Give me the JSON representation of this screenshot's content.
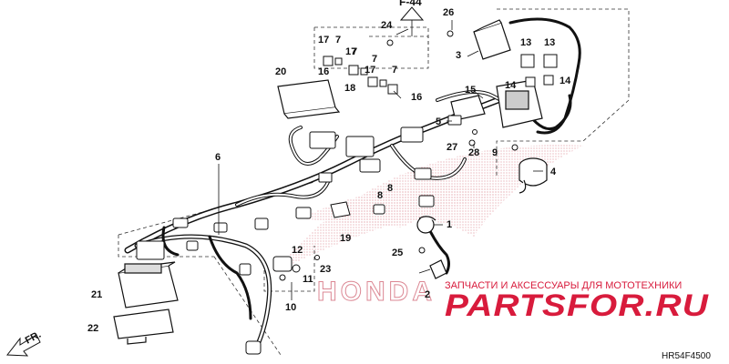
{
  "diagram": {
    "ref_label": "F-44",
    "code": "HR54F4500",
    "direction_label": "FR.",
    "callouts": [
      {
        "id": "c1",
        "text": "1"
      },
      {
        "id": "c2",
        "text": "2"
      },
      {
        "id": "c3",
        "text": "3"
      },
      {
        "id": "c4",
        "text": "4"
      },
      {
        "id": "c5",
        "text": "5"
      },
      {
        "id": "c6",
        "text": "6"
      },
      {
        "id": "c7a",
        "text": "7"
      },
      {
        "id": "c7b",
        "text": "7"
      },
      {
        "id": "c7c",
        "text": "7"
      },
      {
        "id": "c7d",
        "text": "7"
      },
      {
        "id": "c8a",
        "text": "8"
      },
      {
        "id": "c8b",
        "text": "8"
      },
      {
        "id": "c9",
        "text": "9"
      },
      {
        "id": "c10",
        "text": "10"
      },
      {
        "id": "c11",
        "text": "11"
      },
      {
        "id": "c12",
        "text": "12"
      },
      {
        "id": "c13a",
        "text": "13"
      },
      {
        "id": "c13b",
        "text": "13"
      },
      {
        "id": "c14a",
        "text": "14"
      },
      {
        "id": "c14b",
        "text": "14"
      },
      {
        "id": "c15",
        "text": "15"
      },
      {
        "id": "c16a",
        "text": "16"
      },
      {
        "id": "c16b",
        "text": "16"
      },
      {
        "id": "c17a",
        "text": "17"
      },
      {
        "id": "c17b",
        "text": "17"
      },
      {
        "id": "c17c",
        "text": "17"
      },
      {
        "id": "c18",
        "text": "18"
      },
      {
        "id": "c19",
        "text": "19"
      },
      {
        "id": "c20",
        "text": "20"
      },
      {
        "id": "c21",
        "text": "21"
      },
      {
        "id": "c22",
        "text": "22"
      },
      {
        "id": "c23",
        "text": "23"
      },
      {
        "id": "c24",
        "text": "24"
      },
      {
        "id": "c25",
        "text": "25"
      },
      {
        "id": "c26",
        "text": "26"
      },
      {
        "id": "c27",
        "text": "27"
      },
      {
        "id": "c28",
        "text": "28"
      }
    ]
  },
  "watermark": {
    "tagline": "ЗАПЧАСТИ И АКСЕССУАРЫ ДЛЯ МОТОТЕХНИКИ",
    "brand": "PARTSFOR.RU",
    "color": "#d81b3c"
  },
  "background_logo": {
    "text": "HONDA"
  }
}
